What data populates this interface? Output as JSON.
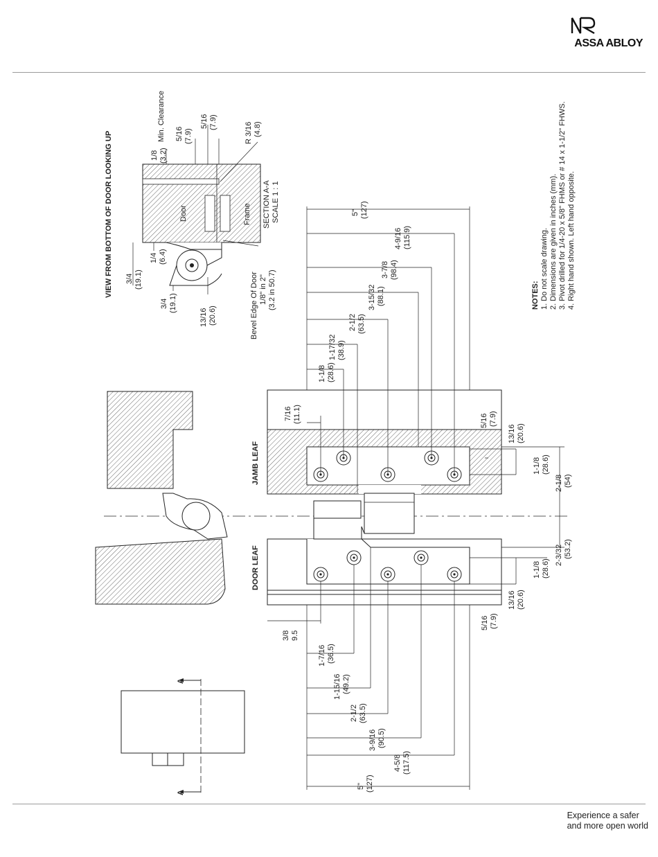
{
  "brand": {
    "name": "ASSA ABLOY"
  },
  "tagline": {
    "line1": "Experience a safer",
    "line2": "and more open world"
  },
  "drawing": {
    "view_title": "VIEW FROM BOTTOM OF DOOR LOOKING UP",
    "section_title": "SECTION A-A",
    "section_scale": "SCALE 1 : 1",
    "door_label": "Door",
    "frame_label": "Frame",
    "jamb_leaf": "JAMB LEAF",
    "door_leaf": "DOOR LEAF",
    "min_clearance": "Min. Clearance",
    "bevel_1": "Bevel Edge Of Door",
    "bevel_2": "1/8\" in 2\"",
    "bevel_3": "(3.2 in 50.7)",
    "section_marker": "A",
    "section_dims": [
      {
        "f": "1/8",
        "m": "(3.2)"
      },
      {
        "f": "5/16",
        "m": "(7.9)"
      },
      {
        "f": "5/16",
        "m": "(7.9)"
      },
      {
        "f": "R 3/16",
        "m": "(4.8)"
      },
      {
        "f": "1/4",
        "m": "(6.4)"
      },
      {
        "f": "3/4",
        "m": "(19.1)"
      },
      {
        "f": "3/4",
        "m": "(19.1)"
      },
      {
        "f": "13/16",
        "m": "(20.6)"
      }
    ],
    "jamb_dims": [
      {
        "f": "5\"",
        "m": "(127)"
      },
      {
        "f": "4-9/16",
        "m": "(115.9)"
      },
      {
        "f": "3-7/8",
        "m": "(98.4)"
      },
      {
        "f": "3-15/32",
        "m": "(88.1)"
      },
      {
        "f": "2-1/2",
        "m": "(63.5)"
      },
      {
        "f": "1-17/32",
        "m": "(38.9)"
      },
      {
        "f": "1-1/8",
        "m": "(28.6)"
      },
      {
        "f": "7/16",
        "m": "(11.1)"
      },
      {
        "f": "5/16",
        "m": "(7.9)"
      },
      {
        "f": "13/16",
        "m": "(20.6)"
      },
      {
        "f": "1-1/8",
        "m": "(28.6)"
      },
      {
        "f": "2-1/8",
        "m": "(54)"
      }
    ],
    "door_dims": [
      {
        "f": "3/8",
        "m": "9.5"
      },
      {
        "f": "1-7/16",
        "m": "(36.5)"
      },
      {
        "f": "1-15/16",
        "m": "(49.2)"
      },
      {
        "f": "2-1/2",
        "m": "(63.5)"
      },
      {
        "f": "3-9/16",
        "m": "(90.5)"
      },
      {
        "f": "4-5/8",
        "m": "(117.5)"
      },
      {
        "f": "5\"",
        "m": "(127)"
      },
      {
        "f": "5/16",
        "m": "(7.9)"
      },
      {
        "f": "13/16",
        "m": "(20.6)"
      },
      {
        "f": "1-1/8",
        "m": "(28.6)"
      },
      {
        "f": "2-3/32",
        "m": "(53.2)"
      }
    ]
  },
  "notes": {
    "title": "NOTES:",
    "items": [
      "1.  Do not scale drawing.",
      "2.  Dimensions are given in inches (mm).",
      "3.  Pivot drilled for 1/4-20 x 5/8\" FHMS or # 14 x 1-1/2\" FHWS.",
      "4.  Right hand shown. Left hand opposite."
    ]
  }
}
